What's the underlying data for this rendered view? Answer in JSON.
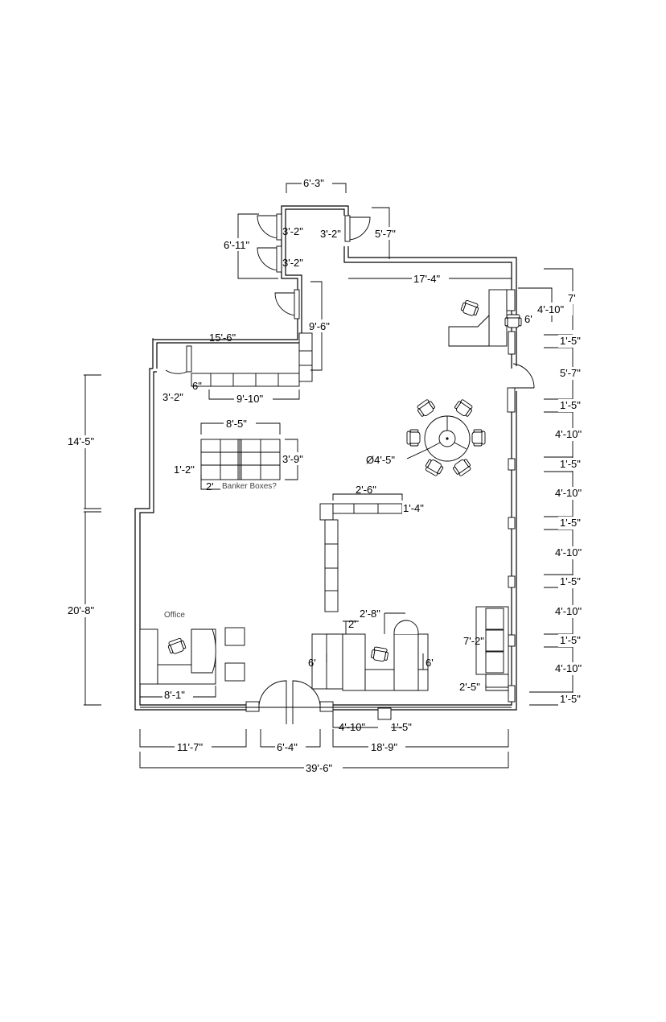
{
  "labels": {
    "office": "Office",
    "banker_boxes": "Banker Boxes?"
  },
  "dimensions": {
    "top_width": "6'-3\"",
    "left_closet_height": "6'-11\"",
    "door_upper_left": "3'-2\"",
    "door_upper_right": "3'-2\"",
    "door_lower_left": "3'-2\"",
    "right_vestibule": "5'-7\"",
    "top_run": "17'-4\"",
    "hall_vertical": "9'-6\"",
    "hall_width": "15'-6\"",
    "door_hall": "3'-2\"",
    "counter_depth": "6\"",
    "counter_length": "9'-10\"",
    "box_width": "8'-5\"",
    "box_depth": "3'-9\"",
    "box_cell": "1'-2\"",
    "box_gap": "2'",
    "table_diameter": "Ø4'-5\"",
    "desk_top": "2'-6\"",
    "desk_depth": "1'-4\"",
    "ws_top": "2'-8\"",
    "ws_left": "2'",
    "ws_height_left": "6'",
    "ws_height_right": "6'",
    "sofa_len": "7'-2\"",
    "sofa_depth": "2'-5\"",
    "office_width": "8'-1\"",
    "door_main": "6'-4\"",
    "bottom_right_a": "4'-10\"",
    "bottom_right_b": "1'-5\"",
    "bottom_left": "11'-7\"",
    "bottom_right": "18'-9\"",
    "overall": "39'-6\"",
    "left_upper": "14'-5\"",
    "left_lower": "20'-8\"",
    "right_top_a": "7'",
    "right_top_b": "4'-10\"",
    "right_top_c": "6'",
    "right_col": [
      "1'-5\"",
      "5'-7\"",
      "1'-5\"",
      "4'-10\"",
      "1'-5\"",
      "4'-10\"",
      "1'-5\"",
      "4'-10\"",
      "1'-5\"",
      "4'-10\"",
      "1'-5\"",
      "4'-10\"",
      "1'-5\""
    ]
  }
}
